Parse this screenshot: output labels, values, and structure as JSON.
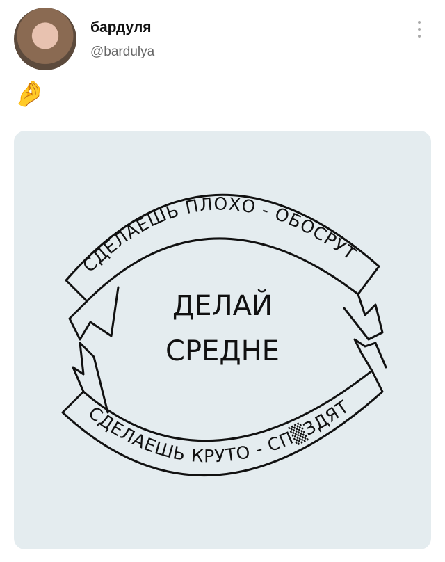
{
  "tweet": {
    "display_name": "бардуля",
    "handle": "@bardulya",
    "text": "🤌"
  },
  "drawing": {
    "top_banner": "СДЕЛАЕШЬ ПЛОХО - ОБОСРУТ",
    "center_line1": "ДЕЛАЙ",
    "center_line2": "СРЕДНЕ",
    "bottom_banner": "СДЕЛАЕШЬ КРУТО - СП▒ЗДЯТ"
  },
  "colors": {
    "card_bg": "#e4ecef",
    "ink": "#111111"
  }
}
